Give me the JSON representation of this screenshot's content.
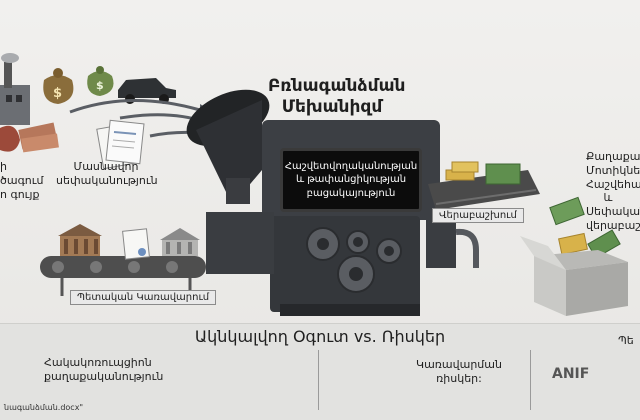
{
  "machine": {
    "title_line1": "Բռնագանձման",
    "title_line2": "Մեխանիզմ",
    "screen_line1": "Հաշվետվողականության",
    "screen_line2": "և թափանցիկության",
    "screen_line3": "բացակայություն"
  },
  "left_labels": {
    "private_line1": "ի ծագում",
    "private_line2": "ո գույք",
    "personal_line1": "Մասնավոր",
    "personal_line2": "սեփականություն"
  },
  "right_labels": {
    "redistribution": "Վերաբաշխում",
    "beneficiaries_line1": "Քաղաքակա",
    "beneficiaries_line2": "Մոտիկնե",
    "beneficiaries_line3": "Հաշվեհամ",
    "beneficiaries_line4": "և",
    "beneficiaries_line5": "Սեփական",
    "beneficiaries_line6": "վերաբաշ"
  },
  "state_management_label": "Պետական Կառավարում",
  "benefits_vs_risks": {
    "heading": "Ակնկալվող Օգուտ vs. Ռիսկեր",
    "policy_line1": "Հակակոռուպցիոն",
    "policy_line2": "քաղաքականություն",
    "risks_line1": "Կառավարման",
    "risks_line2": "ռիսկեր:",
    "right_edge_text": "Պե",
    "anif_label": "ANIF"
  },
  "file_label": "նագանձման.docx\"",
  "colors": {
    "dark_machine": "#3c3f44",
    "funnel": "#2c2e31",
    "belt": "#4a4a4a",
    "money_green": "#5f8f4e",
    "gold": "#d8b24a",
    "shield_green": "#4f7a43",
    "warning_red": "#c3232a",
    "arrow_green": "#4e8a3c"
  },
  "icons": [
    "factory-icon",
    "money-bag-icon",
    "car-icon",
    "document-stack-icon",
    "money-stack-icon",
    "funnel-icon",
    "machine-icon",
    "gear-icon",
    "gold-bars-icon",
    "cash-bundle-icon",
    "open-box-icon",
    "government-building-icon",
    "shield-icon",
    "people-group-icon",
    "warning-triangle-icon",
    "pillar-icon",
    "piggy-bank-icon",
    "arrow-right-icon"
  ]
}
